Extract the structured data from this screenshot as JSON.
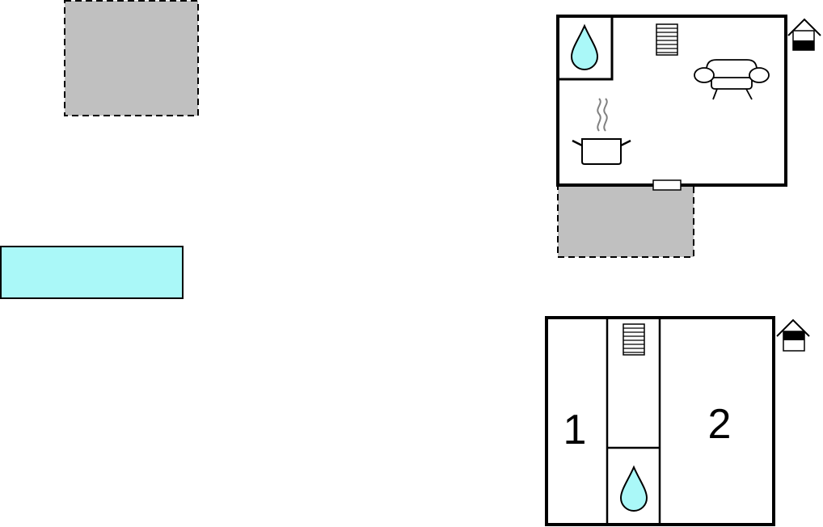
{
  "colors": {
    "wall": "#000000",
    "terrace": "#c0c0c0",
    "pool": "#aaf8f8",
    "water": "#aaf8f8",
    "steam": "#808080",
    "background": "#ffffff"
  },
  "ground_floor": {
    "icons": [
      "water-drop-icon",
      "stairs-icon",
      "sofa-icon",
      "cooking-pot-icon",
      "door-icon",
      "floor-indicator-house-icon"
    ]
  },
  "upper_floor": {
    "rooms": [
      {
        "label": "1"
      },
      {
        "label": "2"
      }
    ],
    "icons": [
      "stairs-icon",
      "water-drop-icon",
      "floor-indicator-house-icon"
    ]
  },
  "outdoor": {
    "features": [
      "terrace",
      "pool",
      "terrace"
    ]
  }
}
